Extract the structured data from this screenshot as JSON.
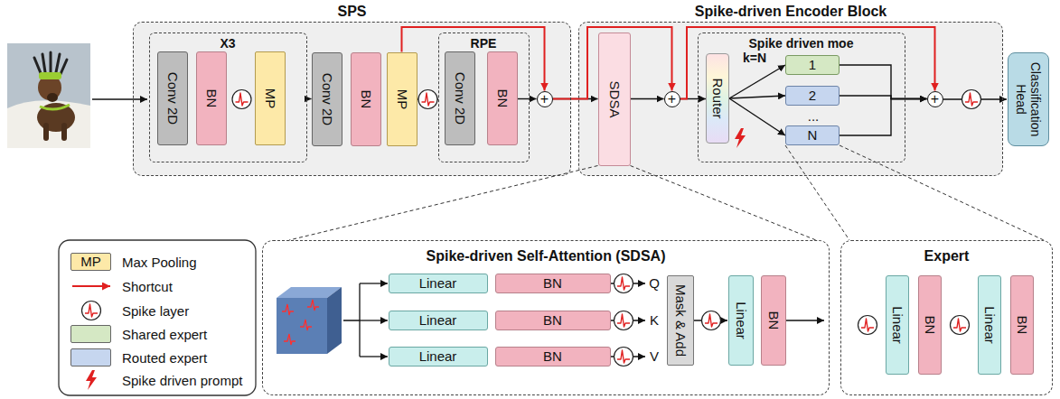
{
  "diagram": {
    "nodes": [
      {
        "text": [
          "SPS"
        ]
      },
      {
        "text": [
          "X3"
        ],
        "in": 0
      },
      {
        "text": [
          "Conv 2D"
        ],
        "in": 1
      },
      {
        "text": [
          "BN"
        ],
        "in": 1
      },
      {
        "text": [
          "MP"
        ],
        "in": 1
      },
      {
        "text": [
          "Conv 2D"
        ],
        "in": 0
      },
      {
        "text": [
          "BN"
        ],
        "in": 0
      },
      {
        "text": [
          "MP"
        ],
        "in": 0
      },
      {
        "text": [
          "RPE"
        ],
        "in": 0
      },
      {
        "text": [
          "Conv 2D"
        ],
        "in": 8
      },
      {
        "text": [
          "BN"
        ],
        "in": 8
      },
      {
        "text": [
          "+"
        ],
        "in": 0
      },
      {
        "text": [
          "Spike-driven Encoder Block"
        ]
      },
      {
        "text": [
          "SDSA"
        ],
        "in": 12
      },
      {
        "text": [
          "+"
        ],
        "in": 12
      },
      {
        "text": [
          "Spike driven moe"
        ],
        "in": 12
      },
      {
        "text": [
          "Router"
        ],
        "in": 15
      },
      {
        "text": [
          "1"
        ],
        "in": 15
      },
      {
        "text": [
          "2"
        ],
        "in": 15
      },
      {
        "text": [
          "N"
        ],
        "in": 15
      },
      {
        "text": [
          "+"
        ],
        "in": 12
      },
      {
        "text": [
          "Classification Head"
        ]
      },
      {
        "text": [
          "Spike-driven Self-Attention (SDSA)"
        ]
      },
      {
        "text": [
          "Linear"
        ],
        "in": 22
      },
      {
        "text": [
          "BN"
        ],
        "in": 22
      },
      {
        "text": [
          "Linear"
        ],
        "in": 22
      },
      {
        "text": [
          "BN"
        ],
        "in": 22
      },
      {
        "text": [
          "Linear"
        ],
        "in": 22
      },
      {
        "text": [
          "BN"
        ],
        "in": 22
      },
      {
        "text": [
          "Mask & Add"
        ],
        "in": 22
      },
      {
        "text": [
          "Linear"
        ],
        "in": 22
      },
      {
        "text": [
          "BN"
        ],
        "in": 22
      },
      {
        "text": [
          "Expert"
        ]
      },
      {
        "text": [
          "Linear"
        ],
        "in": 32
      },
      {
        "text": [
          "BN"
        ],
        "in": 32
      },
      {
        "text": [
          "Linear"
        ],
        "in": 32
      },
      {
        "text": [
          "BN"
        ],
        "in": 32
      }
    ],
    "edges": [
      {
        "from": 1,
        "to": 5,
        "arrow": "to"
      },
      {
        "from": 10,
        "to": 11,
        "arrow": "to"
      },
      {
        "from": 7,
        "to": 11,
        "arrow": "to"
      },
      {
        "from": 11,
        "to": 13,
        "arrow": "to"
      },
      {
        "from": 13,
        "to": 14,
        "arrow": "to"
      },
      {
        "from": 11,
        "to": 14,
        "arrow": "to"
      },
      {
        "from": 14,
        "to": 16,
        "arrow": "to"
      },
      {
        "from": 14,
        "to": 20,
        "arrow": "to"
      },
      {
        "from": 16,
        "to": 17,
        "arrow": "to"
      },
      {
        "from": 16,
        "to": 18,
        "arrow": "to"
      },
      {
        "from": 16,
        "to": 19,
        "arrow": "to"
      },
      {
        "from": 17,
        "to": 20,
        "arrow": "to"
      },
      {
        "from": 18,
        "to": 20,
        "arrow": "to"
      },
      {
        "from": 19,
        "to": 20,
        "arrow": "to"
      },
      {
        "from": 13,
        "to": 22,
        "arrow": "none"
      },
      {
        "from": 13,
        "to": 22,
        "arrow": "none"
      },
      {
        "from": 19,
        "to": 32,
        "arrow": "none"
      },
      {
        "from": 19,
        "to": 32,
        "arrow": "none"
      }
    ],
    "labels": [
      "k=N",
      "...",
      "Q",
      "K",
      "V",
      "MP"
    ],
    "legend": [
      {
        "text": "Max Pooling",
        "color": "#fde9a8"
      },
      {
        "text": "Shortcut"
      },
      {
        "text": "Spike layer"
      },
      {
        "text": "Shared expert",
        "color": "#d5e8c4"
      },
      {
        "text": "Routed expert",
        "color": "#c6d6ef"
      },
      {
        "text": "Spike driven prompt"
      }
    ]
  }
}
